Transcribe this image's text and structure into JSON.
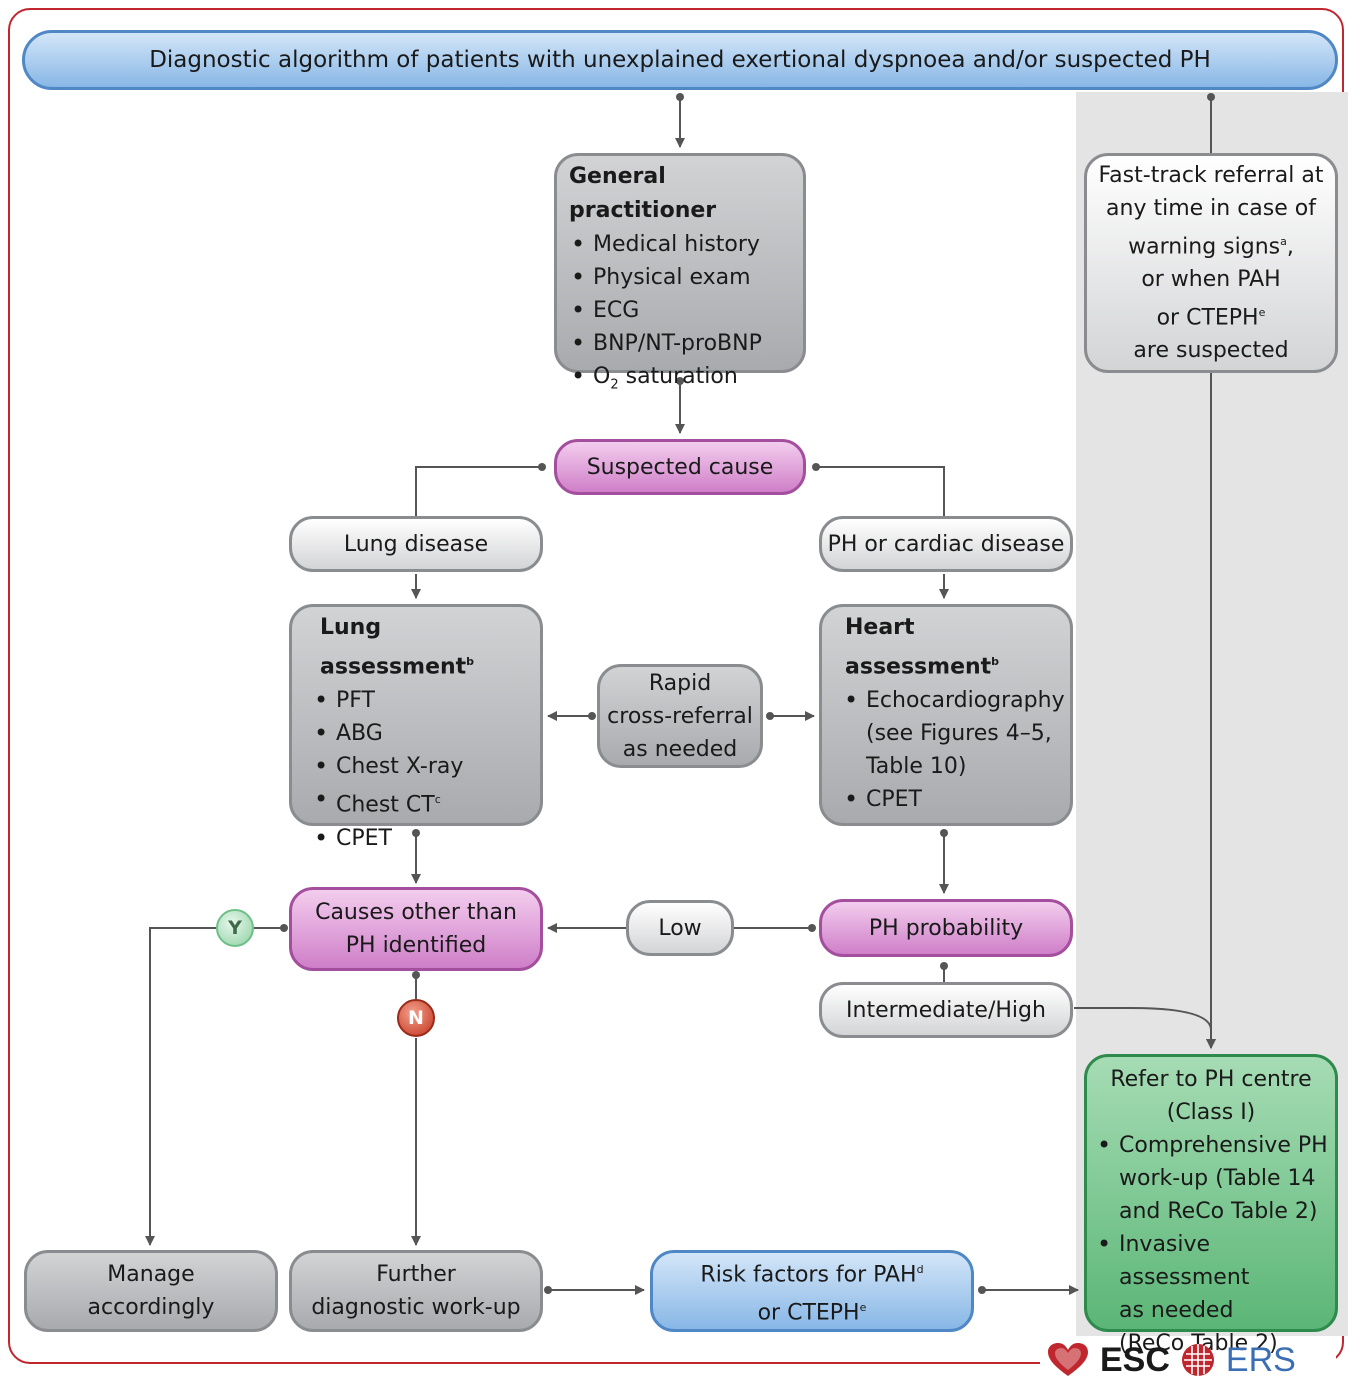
{
  "title": "Diagnostic algorithm of patients with unexplained exertional dyspnoea and/or suspected PH",
  "general_practitioner": {
    "heading": "General practitioner",
    "items": [
      "Medical history",
      "Physical exam",
      "ECG",
      "BNP/NT-proBNP"
    ],
    "o2_prefix": "O",
    "o2_sub": "2",
    "o2_suffix": " saturation"
  },
  "fast_track": {
    "line1": "Fast-track referral at",
    "line2": "any time in case of",
    "line3_text": "warning signs",
    "line3_sup": "a",
    "line3_end": ",",
    "line4": "or when PAH",
    "line5_text": "or CTEPH",
    "line5_sup": "e",
    "line6": "are suspected"
  },
  "suspected_cause": "Suspected cause",
  "lung_disease": "Lung disease",
  "cardiac_disease": "PH or cardiac disease",
  "lung_assessment": {
    "heading": "Lung assessment",
    "heading_sup": "b",
    "items": [
      "PFT",
      "ABG",
      "Chest X-ray"
    ],
    "ct_text": "Chest CT",
    "ct_sup": "c",
    "last_item": "CPET"
  },
  "cross_referral": {
    "line1": "Rapid",
    "line2": "cross-referral",
    "line3": "as needed"
  },
  "heart_assessment": {
    "heading": "Heart assessment",
    "heading_sup": "b",
    "echo_line1": "Echocardiography",
    "echo_line2": "(see Figures 4–5,",
    "echo_line3": "Table 10)",
    "last_item": "CPET"
  },
  "causes_other": {
    "line1": "Causes other than",
    "line2": "PH identified"
  },
  "low": "Low",
  "ph_probability": "PH probability",
  "intermediate_high": "Intermediate/High",
  "yes_label": "Y",
  "no_label": "N",
  "refer_centre": {
    "line1": "Refer to PH centre",
    "line2": "(Class I)",
    "item1_line1": "Comprehensive PH",
    "item1_line2": "work-up (Table 14",
    "item1_line3": "and ReCo Table 2)",
    "item2_line1": "Invasive assessment",
    "item2_line2": "as needed",
    "item2_line3": "(ReCo Table 2)"
  },
  "manage": {
    "line1": "Manage",
    "line2": "accordingly"
  },
  "further": {
    "line1": "Further",
    "line2": "diagnostic work-up"
  },
  "risk_factors": {
    "line1_text": "Risk factors for PAH",
    "line1_sup": "d",
    "line2_text": "or CTEPH",
    "line2_sup": "e"
  },
  "logo": {
    "esc": "ESC",
    "ers": "ERS"
  },
  "colors": {
    "frame": "#c0262d",
    "grey_box": "#a8aaad",
    "pink_box": "#cf7fc8",
    "blue_box": "#88b7e6",
    "green_box": "#5bb677",
    "connector": "#555555"
  }
}
